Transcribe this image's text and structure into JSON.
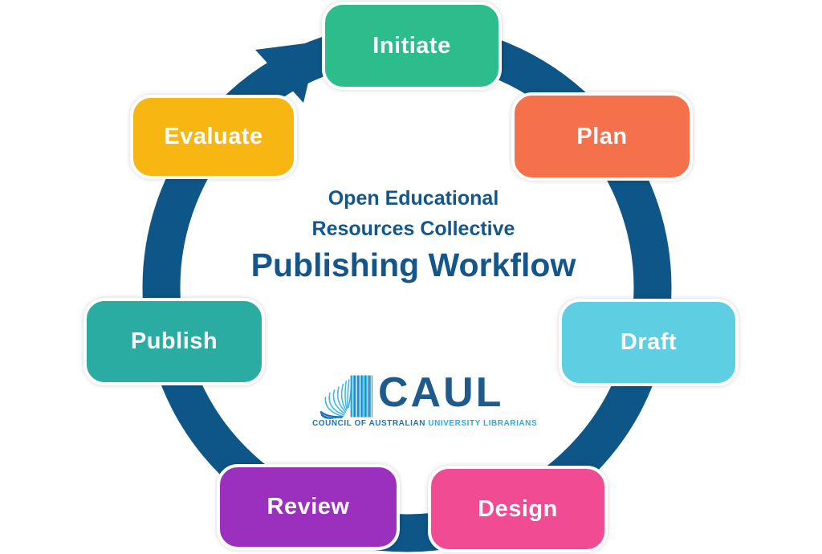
{
  "diagram": {
    "title": {
      "line1": "Open Educational",
      "line2": "Resources Collective",
      "line3": "Publishing Workflow",
      "color": "#15568A"
    },
    "ring": {
      "color": "#0D5687",
      "description": "clockwise-cycle-arrow"
    },
    "steps": [
      {
        "label": "Initiate",
        "color": "#2DBD8C"
      },
      {
        "label": "Plan",
        "color": "#F4714B"
      },
      {
        "label": "Draft",
        "color": "#5ECFE2"
      },
      {
        "label": "Design",
        "color": "#F04B93"
      },
      {
        "label": "Review",
        "color": "#9B2FBE"
      },
      {
        "label": "Publish",
        "color": "#2AACA2"
      },
      {
        "label": "Evaluate",
        "color": "#F8B613"
      }
    ],
    "logo": {
      "name": "CAUL",
      "name_color": "#1E5A8C",
      "tagline_primary": "COUNCIL OF AUSTRALIAN",
      "tagline_primary_color": "#1B75BB",
      "tagline_secondary": "UNIVERSITY LIBRARIANS",
      "tagline_secondary_color": "#29ABE2",
      "icon_light_blue": "#3FB5E8",
      "icon_dark_blue": "#1B75BB"
    }
  }
}
